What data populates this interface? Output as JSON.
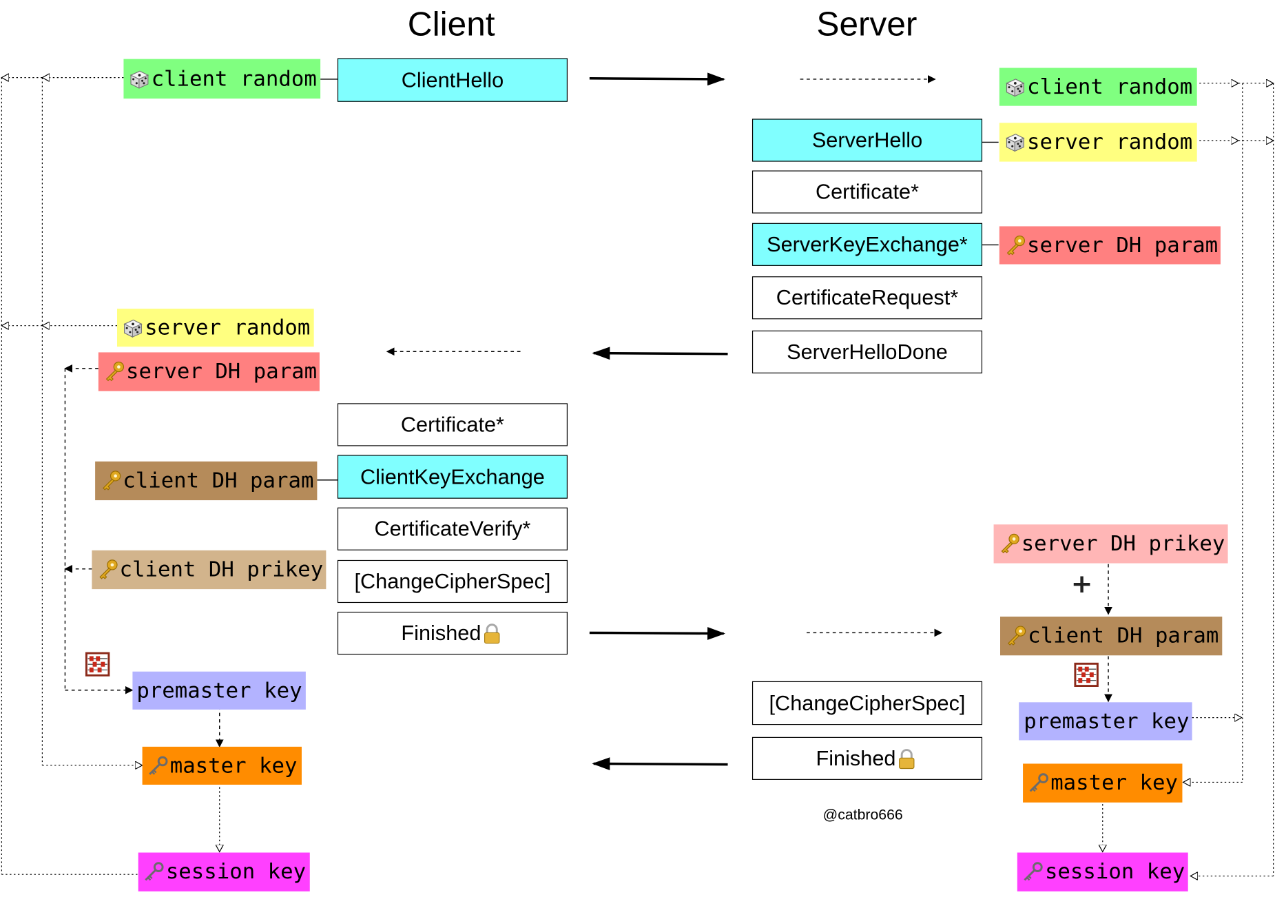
{
  "headers": {
    "client": "Client",
    "server": "Server"
  },
  "client_messages": {
    "client_hello": "ClientHello",
    "certificate": "Certificate*",
    "client_key_exchange": "ClientKeyExchange",
    "certificate_verify": "CertificateVerify*",
    "change_cipher_spec": "[ChangeCipherSpec]",
    "finished": "Finished"
  },
  "server_messages": {
    "server_hello": "ServerHello",
    "certificate": "Certificate*",
    "server_key_exchange": "ServerKeyExchange*",
    "certificate_request": "CertificateRequest*",
    "server_hello_done": "ServerHelloDone",
    "change_cipher_spec": "[ChangeCipherSpec]",
    "finished": "Finished"
  },
  "client_tags": {
    "client_random": "client random",
    "server_random": "server random",
    "server_dh_param": "server DH param",
    "client_dh_param": "client DH param",
    "client_dh_prikey": "client DH prikey",
    "premaster_key": "premaster key",
    "master_key": "master key",
    "session_key": "session key"
  },
  "server_tags": {
    "client_random": "client random",
    "server_random": "server random",
    "server_dh_param": "server DH param",
    "server_dh_prikey": "server DH prikey",
    "client_dh_param": "client DH param",
    "premaster_key": "premaster key",
    "master_key": "master key",
    "session_key": "session key"
  },
  "plus_symbol": "+",
  "credit": "@catbro666",
  "icons": [
    "dice-icon",
    "key-icon",
    "old-key-icon",
    "abacus-icon",
    "lock-icon"
  ],
  "colors": {
    "message_highlight": "#80ffff",
    "random_client": "#80ff80",
    "random_server": "#ffff80",
    "server_dh_param": "#ff8080",
    "client_dh_param": "#b58b5a",
    "client_dh_prikey": "#d2b48c",
    "server_dh_prikey": "#ffb6b6",
    "premaster_key": "#b3b3ff",
    "master_key": "#ff8c00",
    "session_key": "#ff40ff"
  }
}
